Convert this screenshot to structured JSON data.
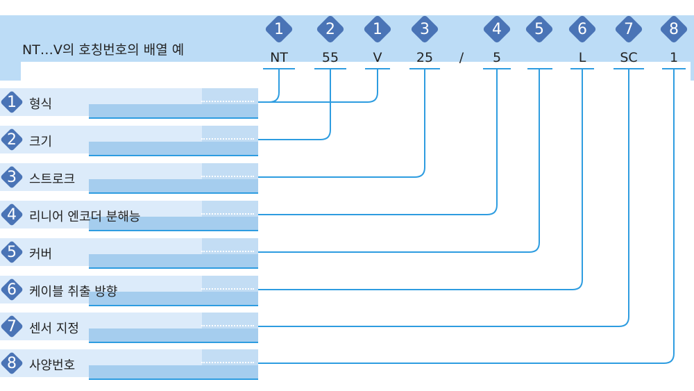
{
  "header": {
    "title": "NT…V의 호칭번호의 배열 예",
    "numbers": [
      "1",
      "2",
      "1",
      "3",
      "4",
      "5",
      "6",
      "7",
      "8"
    ],
    "codes": [
      "NT",
      "55",
      "V",
      "25",
      "/",
      "5",
      "L",
      "SC",
      "1"
    ]
  },
  "items": [
    {
      "num": "1",
      "label": "형식"
    },
    {
      "num": "2",
      "label": "크기"
    },
    {
      "num": "3",
      "label": "스트로크"
    },
    {
      "num": "4",
      "label": "리니어 엔코더 분해능"
    },
    {
      "num": "5",
      "label": "커버"
    },
    {
      "num": "6",
      "label": "케이블 취출 방향"
    },
    {
      "num": "7",
      "label": "센서 지정"
    },
    {
      "num": "8",
      "label": "사양번호"
    }
  ],
  "colors": {
    "diamond": "#4a74b6",
    "line": "#2d9ce0",
    "header_bg": "#bcdcf6"
  }
}
